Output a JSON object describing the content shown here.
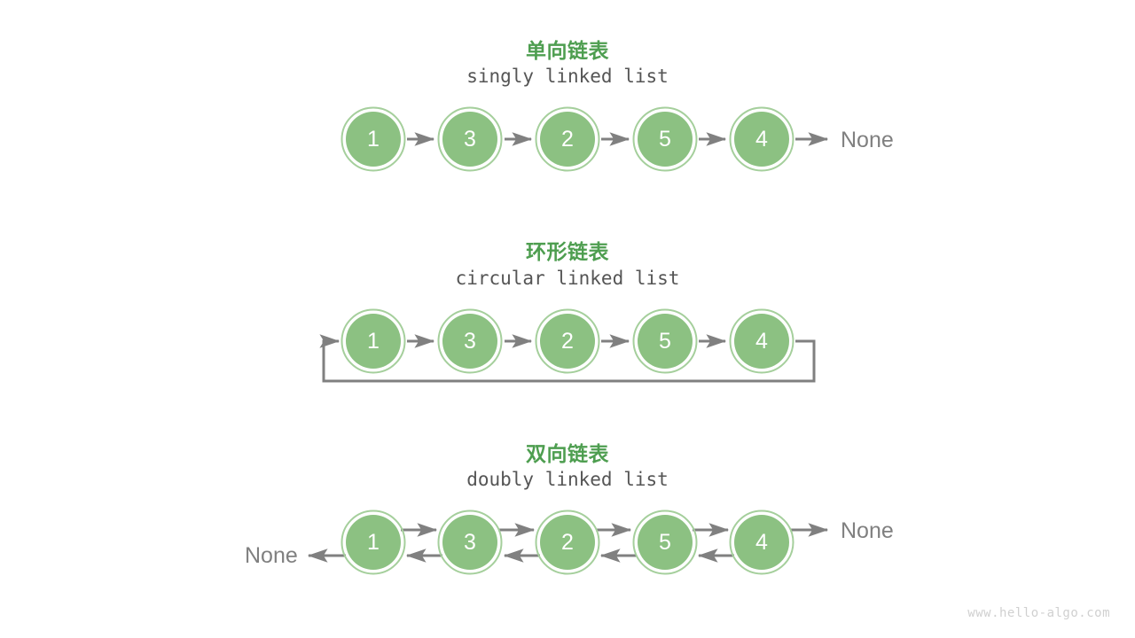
{
  "page": {
    "background_color": "#ffffff",
    "watermark": "www.hello-algo.com"
  },
  "colors": {
    "title_green": "#4e9e50",
    "node_fill": "#8cc182",
    "node_ring": "#a5cf9c",
    "node_text": "#ffffff",
    "arrow_gray": "#808080",
    "subtitle_gray": "#555555",
    "none_gray": "#808080",
    "watermark_gray": "#d0d0d0"
  },
  "sections": [
    {
      "id": "singly",
      "title": "单向链表",
      "subtitle": "singly linked list",
      "nodes": [
        "1",
        "3",
        "2",
        "5",
        "4"
      ],
      "tail_label": "None",
      "head_label": null
    },
    {
      "id": "circular",
      "title": "环形链表",
      "subtitle": "circular linked list",
      "nodes": [
        "1",
        "3",
        "2",
        "5",
        "4"
      ],
      "tail_label": null,
      "head_label": null
    },
    {
      "id": "doubly",
      "title": "双向链表",
      "subtitle": "doubly linked list",
      "nodes": [
        "1",
        "3",
        "2",
        "5",
        "4"
      ],
      "tail_label": "None",
      "head_label": "None"
    }
  ]
}
